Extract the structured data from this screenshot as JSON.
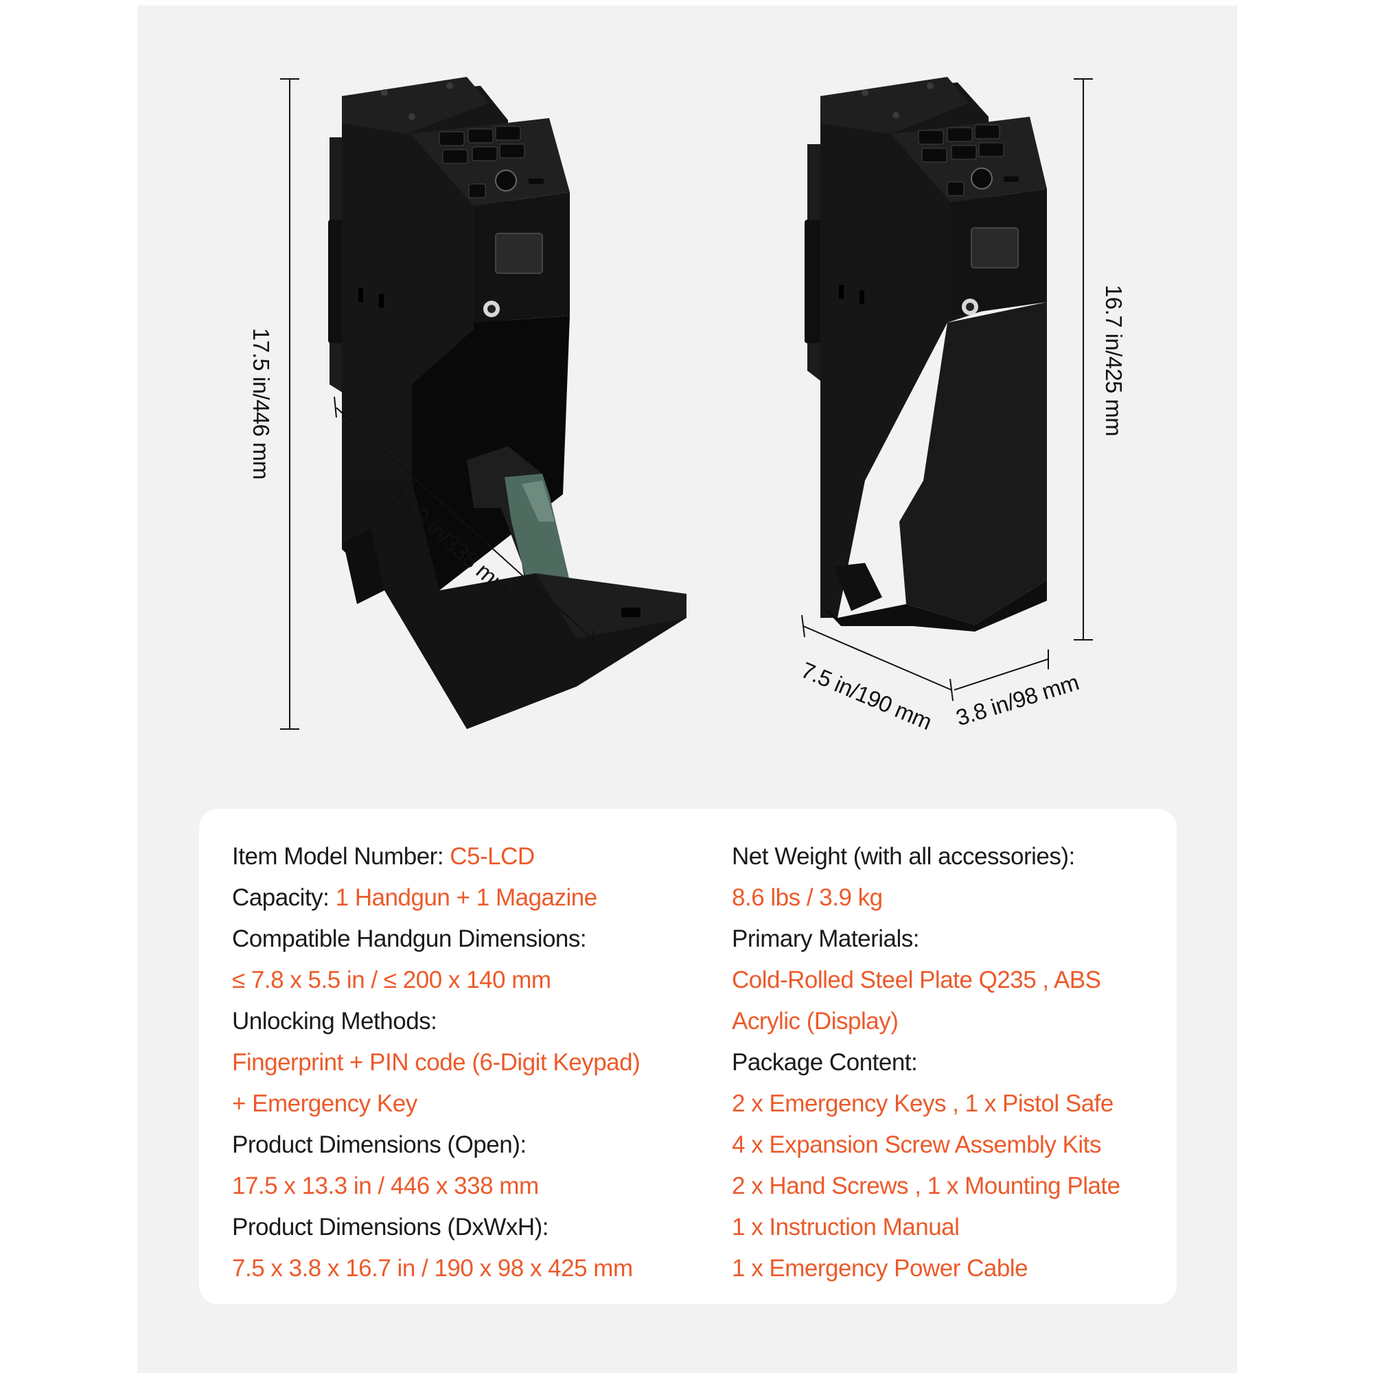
{
  "colors": {
    "accent": "#ec5a2a",
    "text": "#1a1a1a",
    "background": "#f2f2f2",
    "card": "#ffffff",
    "product_body": "#151515"
  },
  "dimensions": {
    "open_height": "17.5 in/446 mm",
    "open_diagonal": "13.3 in/338 mm",
    "closed_height": "16.7 in/425 mm",
    "closed_depth": "7.5 in/190 mm",
    "closed_width": "3.8 in/98 mm"
  },
  "specs": {
    "model_label": "Item Model Number: ",
    "model_value": "C5-LCD",
    "capacity_label": "Capacity: ",
    "capacity_value": "1 Handgun + 1 Magazine",
    "compat_label": "Compatible Handgun Dimensions:",
    "compat_value": "≤ 7.8 x 5.5 in / ≤ 200 x 140 mm",
    "unlock_label": "Unlocking Methods:",
    "unlock_value_1": "Fingerprint + PIN code (6-Digit Keypad)",
    "unlock_value_2": "+ Emergency Key",
    "open_dim_label": "Product Dimensions (Open):",
    "open_dim_value": "17.5 x 13.3 in / 446 x 338 mm",
    "dxwxh_label": "Product Dimensions (DxWxH):",
    "dxwxh_value": "7.5 x 3.8 x 16.7 in / 190 x 98 x 425 mm",
    "weight_label": "Net Weight (with all accessories):",
    "weight_value": "8.6 lbs / 3.9 kg",
    "materials_label": "Primary Materials:",
    "materials_value_1": "Cold-Rolled Steel Plate Q235 , ABS",
    "materials_value_2": "Acrylic (Display)",
    "package_label": "Package Content:",
    "package_items": [
      "2 x Emergency Keys , 1 x Pistol Safe",
      "4 x Expansion Screw Assembly Kits",
      "2 x Hand Screws , 1 x Mounting Plate",
      "1 x Instruction Manual",
      "1 x Emergency Power Cable"
    ]
  }
}
